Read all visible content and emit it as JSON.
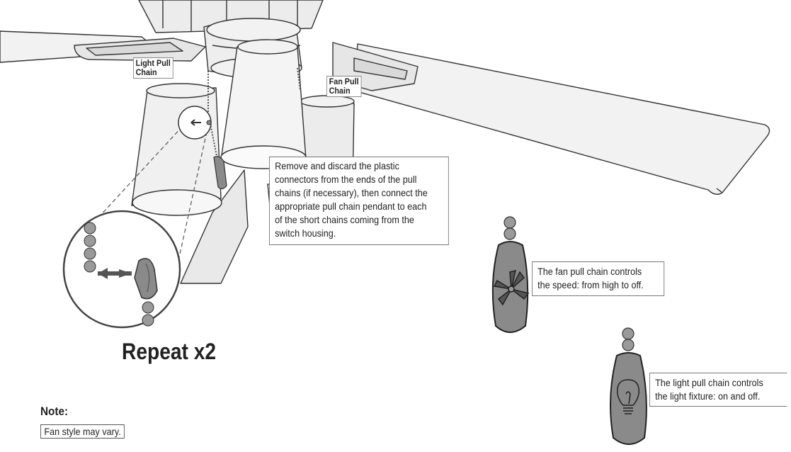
{
  "labels": {
    "light_pull_chain": [
      "Light Pull",
      "Chain"
    ],
    "fan_pull_chain": [
      "Fan Pull",
      "Chain"
    ]
  },
  "instruction": [
    "Remove and discard the plastic",
    "connectors from the ends of the pull",
    "chains (if necessary), then connect the",
    "appropriate pull chain pendant to each",
    "of the short chains coming from the",
    "switch housing."
  ],
  "repeat": "Repeat x2",
  "fan_chain_note": [
    "The fan pull chain controls",
    "the speed: from high to off."
  ],
  "light_chain_note": [
    "The light pull chain controls",
    "the light fixture: on and off."
  ],
  "note": {
    "title": "Note:",
    "text": "Fan style may vary."
  },
  "icons": [
    "fan-blade-icon",
    "light-bulb-icon",
    "arrow-left-icon"
  ],
  "colors": {
    "line": "#333333",
    "fan_body": "#f0f0f0",
    "pendant": "#8a8a8a",
    "bead": "#9a9a9a"
  }
}
